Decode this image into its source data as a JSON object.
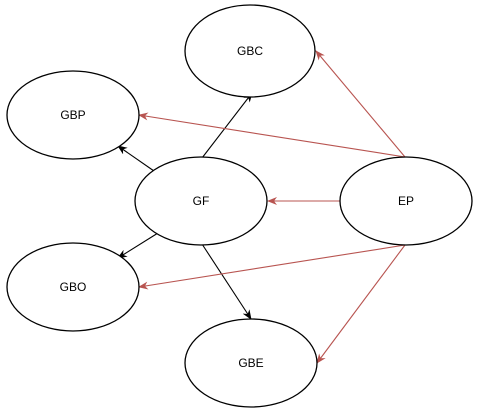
{
  "nodes": {
    "gbc": {
      "label": "GBC"
    },
    "gbp": {
      "label": "GBP"
    },
    "gf": {
      "label": "GF"
    },
    "ep": {
      "label": "EP"
    },
    "gbo": {
      "label": "GBO"
    },
    "gbe": {
      "label": "GBE"
    }
  },
  "edges": [
    {
      "from": "GF",
      "to": "GBC",
      "color": "#000000"
    },
    {
      "from": "GF",
      "to": "GBP",
      "color": "#000000"
    },
    {
      "from": "GF",
      "to": "GBO",
      "color": "#000000"
    },
    {
      "from": "GF",
      "to": "GBE",
      "color": "#000000"
    },
    {
      "from": "EP",
      "to": "GF",
      "color": "#b85450"
    },
    {
      "from": "EP",
      "to": "GBC",
      "color": "#b85450"
    },
    {
      "from": "EP",
      "to": "GBP",
      "color": "#b85450"
    },
    {
      "from": "EP",
      "to": "GBO",
      "color": "#b85450"
    },
    {
      "from": "EP",
      "to": "GBE",
      "color": "#b85450"
    }
  ],
  "colors": {
    "node_border": "#000000",
    "node_fill": "#ffffff",
    "gf_edges": "#000000",
    "ep_edges": "#b85450"
  }
}
